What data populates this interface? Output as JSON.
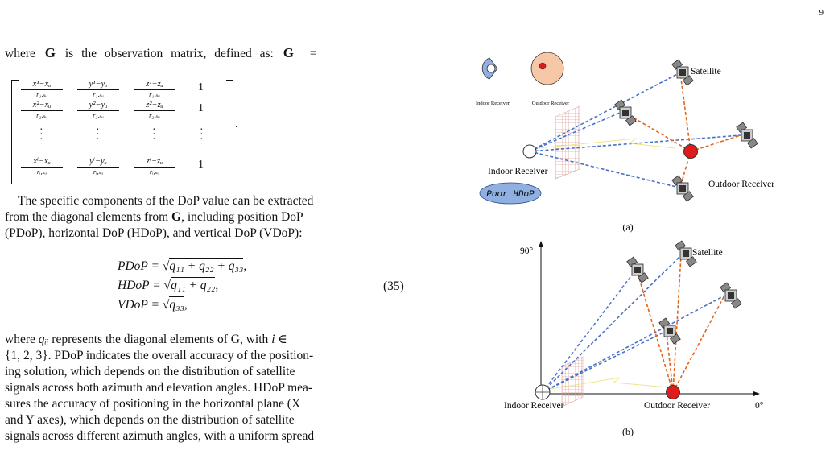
{
  "page_number": "9",
  "text": {
    "intro_line": "where",
    "G": "G",
    "intro_rest": "is the observation matrix, defined as:",
    "eq_sign": "=",
    "matrix_period": ".",
    "para1_line1": "The specific components of the DoP value can be extracted",
    "para1_line2": "from the diagonal elements from",
    "para1_line2b": ", including position DoP",
    "para1_line3": "(PDoP), horizontal DoP (HDoP), and vertical DoP (VDoP):",
    "para2_line1a": "where",
    "para2_line1b": "represents the diagonal elements of G, with",
    "para2_line2": "{1, 2, 3}. PDoP indicates the overall accuracy of the position-",
    "para2_line3": "ing solution, which depends on the distribution of satellite",
    "para2_line4": "signals across both azimuth and elevation angles. HDoP mea-",
    "para2_line5": "sures the accuracy of positioning in the horizontal plane (X",
    "para2_line6": "and Y axes), which depends on the distribution of satellite",
    "para2_line7": "signals across different azimuth angles, with a uniform spread"
  },
  "matrix": {
    "rows": [
      {
        "c1_num": "x¹−xᵤ",
        "c1_den": "r₁,ₛᵤ",
        "c2_num": "y¹−yᵤ",
        "c2_den": "r₁,ₛᵤ",
        "c3_num": "z¹−zᵤ",
        "c3_den": "r₁,ₛᵤ",
        "c4": "1"
      },
      {
        "c1_num": "x²−xᵤ",
        "c1_den": "r₂,ₛᵤ",
        "c2_num": "y²−yᵤ",
        "c2_den": "r₂,ₛᵤ",
        "c3_num": "z²−zᵤ",
        "c3_den": "r₂,ₛᵤ",
        "c4": "1"
      },
      {
        "c1_num": "xⁱ−xᵤ",
        "c1_den": "rᵢ,ₛᵤ",
        "c2_num": "yⁱ−yᵤ",
        "c2_den": "rᵢ,ₛᵤ",
        "c3_num": "zⁱ−zᵤ",
        "c3_den": "rᵢ,ₛᵤ",
        "c4": "1"
      }
    ]
  },
  "equations": {
    "pdop_lhs": "PDoP = ",
    "pdop_rad": "q₁₁ + q₂₂ + q₃₃",
    "pdop_end": ",",
    "hdop_lhs": "HDoP = ",
    "hdop_rad": "q₁₁ + q₂₂",
    "hdop_end": ",",
    "vdop_lhs": "VDoP = ",
    "vdop_rad": "q₃₃",
    "vdop_end": ",",
    "number": "(35)",
    "qii": "qᵢᵢ",
    "i_in": "i ∈"
  },
  "figure_a": {
    "legend_indoor": "Indoor Receiver",
    "legend_outdoor": "Outdoor Receiver",
    "satellite": "Satellite",
    "indoor": "Indoor Receiver",
    "outdoor": "Outdoor Receiver",
    "badge": "Poor HDoP",
    "caption": "(a)"
  },
  "figure_b": {
    "y_label": "90°",
    "x_label": "0°",
    "satellite": "Satellite",
    "indoor": "Indoor Receiver",
    "outdoor": "Outdoor Receiver",
    "caption": "(b)"
  },
  "colors": {
    "blue_line": "#4a72c4",
    "orange_line": "#e0661e",
    "red_receiver": "#e11b1b",
    "badge_fill": "#8fb0e0",
    "legend_outdoor_fill": "#f7c8a8",
    "wall": "#e0a8a0"
  }
}
